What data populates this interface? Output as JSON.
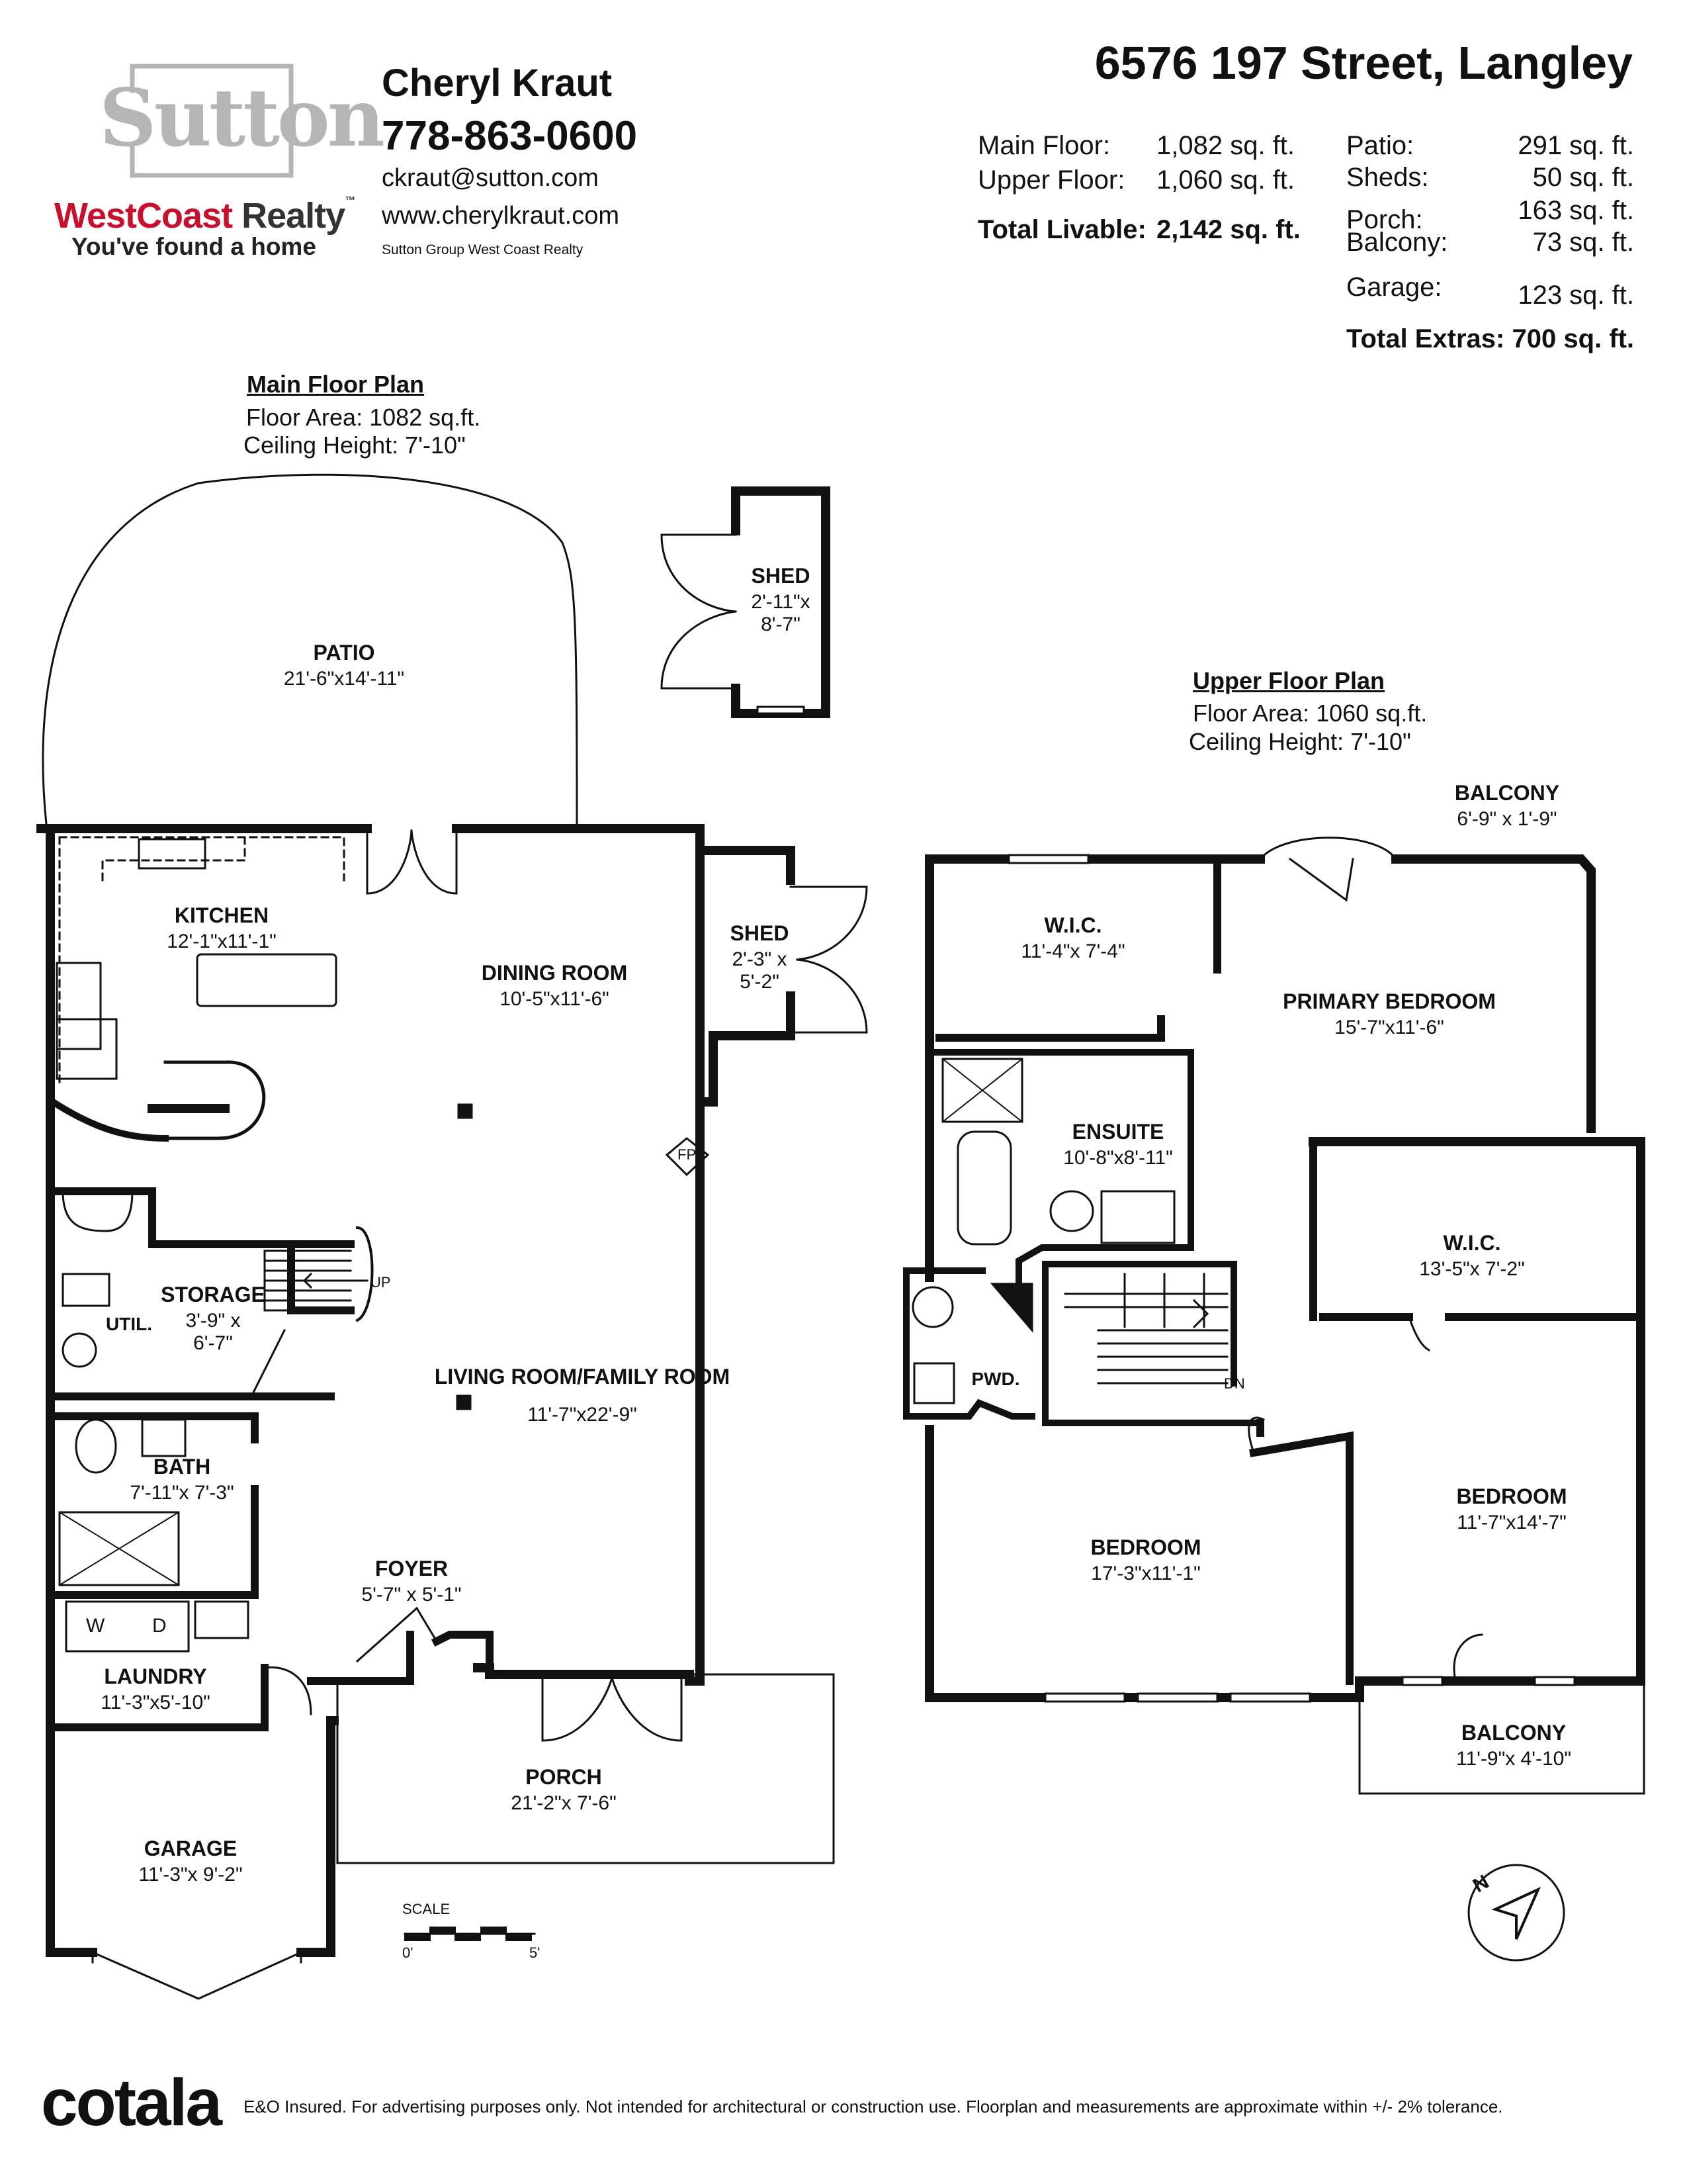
{
  "brand": {
    "logo_word": "Sutton",
    "westcoast": "WestCoast",
    "realty": "Realty",
    "tm": "™",
    "tagline": "You've found a home"
  },
  "agent": {
    "name": "Cheryl Kraut",
    "phone": "778-863-0600",
    "email": "ckraut@sutton.com",
    "website": "www.cherylkraut.com",
    "brokerage": "Sutton Group West Coast Realty"
  },
  "property": {
    "address": "6576 197 Street, Langley"
  },
  "areas": {
    "main_floor_label": "Main Floor:",
    "main_floor_value": "1,082 sq. ft.",
    "upper_floor_label": "Upper Floor:",
    "upper_floor_value": "1,060 sq. ft.",
    "total_livable_label": "Total Livable:",
    "total_livable_value": "2,142 sq. ft.",
    "patio_label": "Patio:",
    "patio_value": "291 sq. ft.",
    "sheds_label": "Sheds:",
    "sheds_value": "50 sq. ft.",
    "porch_label": "Porch:",
    "porch_value": "163 sq. ft.",
    "balcony_label": "Balcony:",
    "balcony_value": "73 sq. ft.",
    "garage_label": "Garage:",
    "garage_value": "123 sq. ft.",
    "total_extras_label": "Total Extras:",
    "total_extras_value": "700 sq. ft."
  },
  "main_plan": {
    "title": "Main Floor Plan",
    "floor_area": "Floor Area: 1082 sq.ft.",
    "ceiling": "Ceiling Height: 7'-10\"",
    "rooms": {
      "patio": {
        "name": "PATIO",
        "dims": "21'-6\"x14'-11\""
      },
      "shed_top": {
        "name": "SHED",
        "dims1": "2'-11\"x",
        "dims2": "8'-7\""
      },
      "kitchen": {
        "name": "KITCHEN",
        "dims": "12'-1\"x11'-1\""
      },
      "dining": {
        "name": "DINING ROOM",
        "dims": "10'-5\"x11'-6\""
      },
      "shed_side": {
        "name": "SHED",
        "dims1": "2'-3\"  x",
        "dims2": "5'-2\""
      },
      "storage": {
        "name": "STORAGE",
        "dims1": "3'-9\" x",
        "dims2": "6'-7\""
      },
      "util": {
        "name": "UTIL."
      },
      "living": {
        "name": "LIVING ROOM/FAMILY ROOM",
        "dims": "11'-7\"x22'-9\""
      },
      "bath": {
        "name": "BATH",
        "dims": "7'-11\"x 7'-3\""
      },
      "foyer": {
        "name": "FOYER",
        "dims": "5'-7\" x 5'-1\""
      },
      "laundry": {
        "name": "LAUNDRY",
        "dims": "11'-3\"x5'-10\""
      },
      "porch": {
        "name": "PORCH",
        "dims": "21'-2\"x 7'-6\""
      },
      "garage": {
        "name": "GARAGE",
        "dims": "11'-3\"x 9'-2\""
      }
    },
    "fp": "FP",
    "up": "UP",
    "washer": "W",
    "dryer": "D"
  },
  "upper_plan": {
    "title": "Upper Floor Plan",
    "floor_area": "Floor Area: 1060 sq.ft.",
    "ceiling": "Ceiling Height: 7'-10\"",
    "rooms": {
      "balcony_top": {
        "name": "BALCONY",
        "dims": "6'-9\" x 1'-9\""
      },
      "wic1": {
        "name": "W.I.C.",
        "dims": "11'-4\"x 7'-4\""
      },
      "primary": {
        "name": "PRIMARY BEDROOM",
        "dims": "15'-7\"x11'-6\""
      },
      "ensuite": {
        "name": "ENSUITE",
        "dims": "10'-8\"x8'-11\""
      },
      "wic2": {
        "name": "W.I.C.",
        "dims": "13'-5\"x 7'-2\""
      },
      "pwd": {
        "name": "PWD."
      },
      "bedroom1": {
        "name": "BEDROOM",
        "dims": "17'-3\"x11'-1\""
      },
      "bedroom2": {
        "name": "BEDROOM",
        "dims": "11'-7\"x14'-7\""
      },
      "balcony_bottom": {
        "name": "BALCONY",
        "dims": "11'-9\"x 4'-10\""
      }
    },
    "dn": "DN"
  },
  "scale": {
    "label": "SCALE",
    "start": "0'",
    "end": "5'"
  },
  "compass": {
    "north": "N"
  },
  "footer": {
    "brand": "cotala",
    "disclaimer": "E&O Insured. For advertising purposes only. Not intended for architectural or construction use. Floorplan and measurements are approximate within +/- 2% tolerance."
  }
}
